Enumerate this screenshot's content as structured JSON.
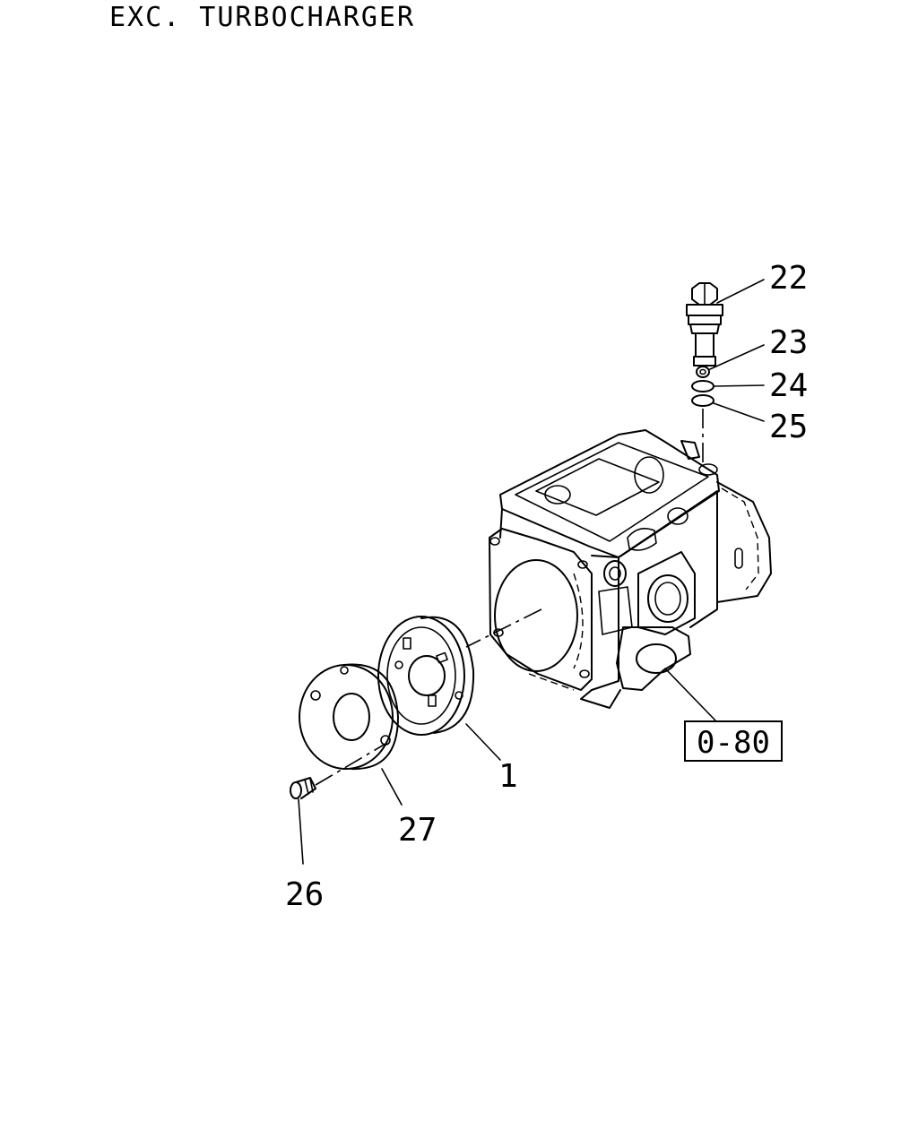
{
  "title": "EXC. TURBOCHARGER",
  "parts": {
    "p1": "1",
    "p22": "22",
    "p23": "23",
    "p24": "24",
    "p25": "25",
    "p26": "26",
    "p27": "27"
  },
  "reference": "0-80"
}
